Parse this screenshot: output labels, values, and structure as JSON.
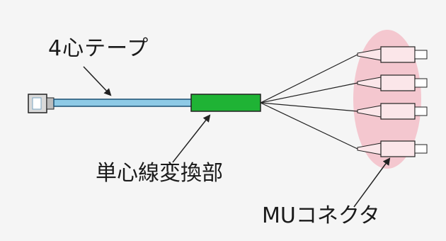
{
  "labels": {
    "tape": "4心テープ",
    "converter": "単心線変換部",
    "connector": "MUコネクタ"
  },
  "colors": {
    "background": "#f5f5f5",
    "tape_fill": "#8ecae6",
    "tape_outline": "#1b4f72",
    "converter_fill": "#1fb335",
    "connector_highlight": "#f4c7cf",
    "connector_body": "#fbe6e9",
    "line": "#222222"
  },
  "icons": {
    "connector_count": 4
  }
}
